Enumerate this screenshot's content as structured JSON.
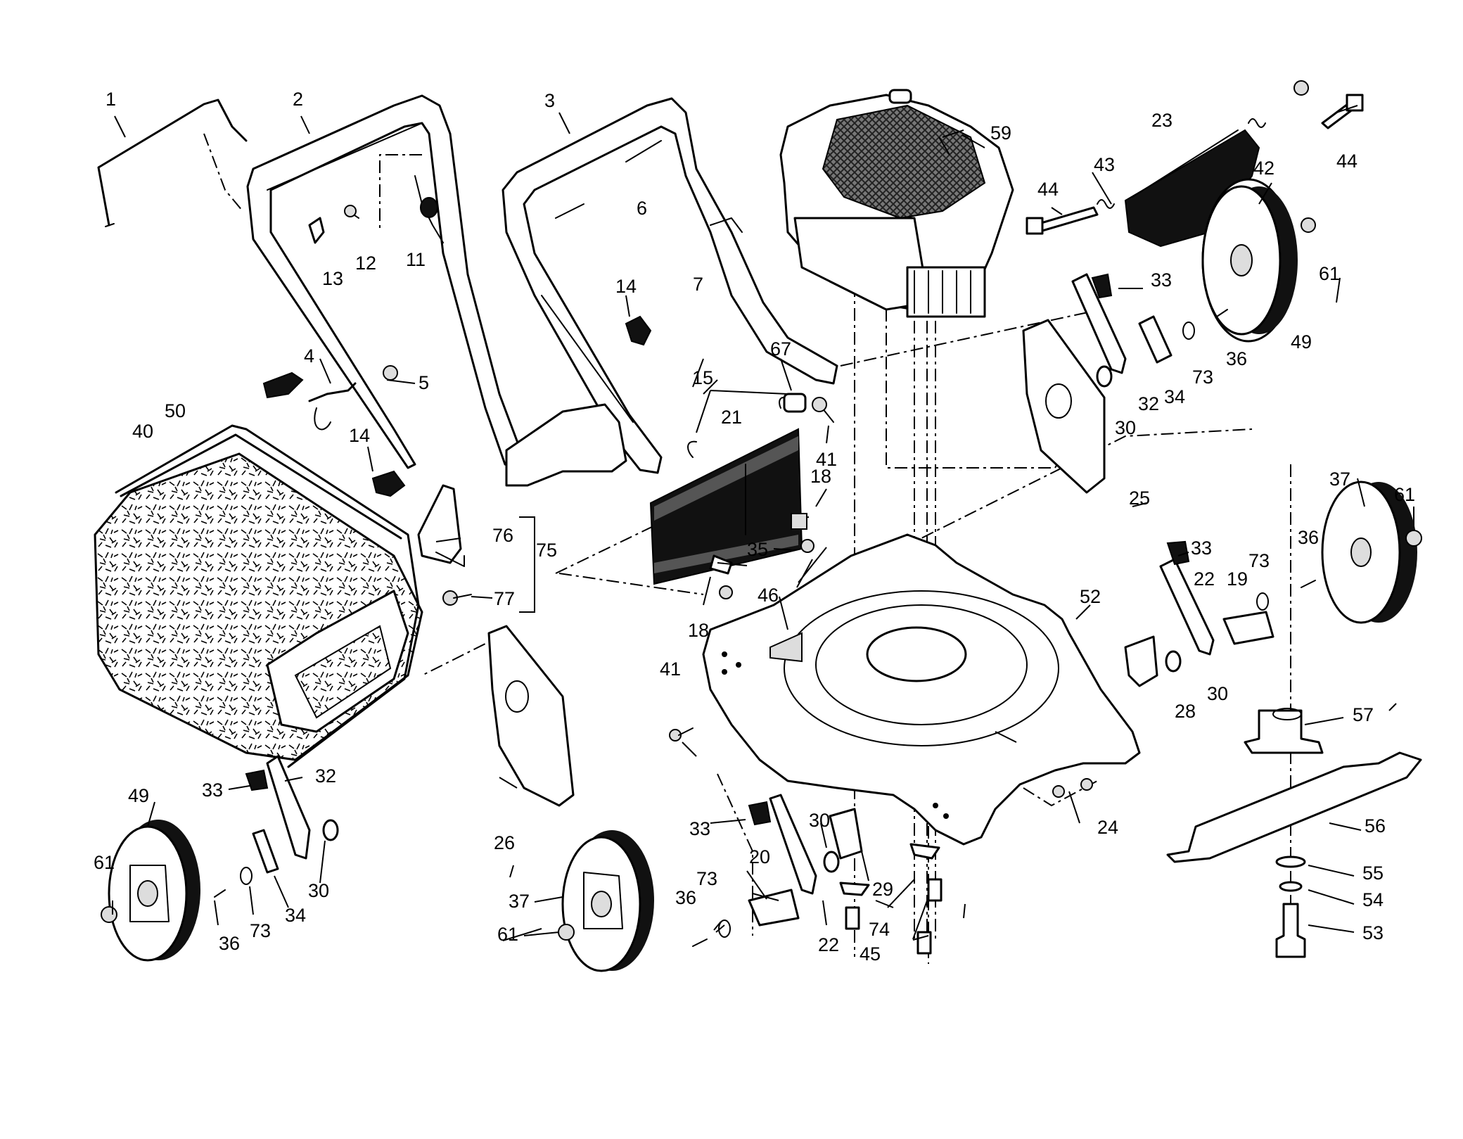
{
  "callouts": [
    {
      "id": "1",
      "text": "1"
    },
    {
      "id": "2",
      "text": "2"
    },
    {
      "id": "3",
      "text": "3"
    },
    {
      "id": "4",
      "text": "4"
    },
    {
      "id": "5",
      "text": "5"
    },
    {
      "id": "6",
      "text": "6"
    },
    {
      "id": "7",
      "text": "7"
    },
    {
      "id": "11",
      "text": "11"
    },
    {
      "id": "12",
      "text": "12"
    },
    {
      "id": "13",
      "text": "13"
    },
    {
      "id": "14a",
      "text": "14"
    },
    {
      "id": "14b",
      "text": "14"
    },
    {
      "id": "15",
      "text": "15"
    },
    {
      "id": "18a",
      "text": "18"
    },
    {
      "id": "18b",
      "text": "18"
    },
    {
      "id": "19",
      "text": "19"
    },
    {
      "id": "20",
      "text": "20"
    },
    {
      "id": "21",
      "text": "21"
    },
    {
      "id": "22a",
      "text": "22"
    },
    {
      "id": "22b",
      "text": "22"
    },
    {
      "id": "23",
      "text": "23"
    },
    {
      "id": "24",
      "text": "24"
    },
    {
      "id": "25",
      "text": "25"
    },
    {
      "id": "26",
      "text": "26"
    },
    {
      "id": "28",
      "text": "28"
    },
    {
      "id": "29",
      "text": "29"
    },
    {
      "id": "30a",
      "text": "30"
    },
    {
      "id": "30b",
      "text": "30"
    },
    {
      "id": "30c",
      "text": "30"
    },
    {
      "id": "30d",
      "text": "30"
    },
    {
      "id": "32a",
      "text": "32"
    },
    {
      "id": "32b",
      "text": "32"
    },
    {
      "id": "33a",
      "text": "33"
    },
    {
      "id": "33b",
      "text": "33"
    },
    {
      "id": "33c",
      "text": "33"
    },
    {
      "id": "33d",
      "text": "33"
    },
    {
      "id": "34a",
      "text": "34"
    },
    {
      "id": "34b",
      "text": "34"
    },
    {
      "id": "35",
      "text": "35"
    },
    {
      "id": "36a",
      "text": "36"
    },
    {
      "id": "36b",
      "text": "36"
    },
    {
      "id": "36c",
      "text": "36"
    },
    {
      "id": "36d",
      "text": "36"
    },
    {
      "id": "37a",
      "text": "37"
    },
    {
      "id": "37b",
      "text": "37"
    },
    {
      "id": "40",
      "text": "40"
    },
    {
      "id": "41a",
      "text": "41"
    },
    {
      "id": "41b",
      "text": "41"
    },
    {
      "id": "42",
      "text": "42"
    },
    {
      "id": "43",
      "text": "43"
    },
    {
      "id": "44a",
      "text": "44"
    },
    {
      "id": "44b",
      "text": "44"
    },
    {
      "id": "45",
      "text": "45"
    },
    {
      "id": "46",
      "text": "46"
    },
    {
      "id": "49a",
      "text": "49"
    },
    {
      "id": "49b",
      "text": "49"
    },
    {
      "id": "50",
      "text": "50"
    },
    {
      "id": "52",
      "text": "52"
    },
    {
      "id": "53",
      "text": "53"
    },
    {
      "id": "54",
      "text": "54"
    },
    {
      "id": "55",
      "text": "55"
    },
    {
      "id": "56",
      "text": "56"
    },
    {
      "id": "57",
      "text": "57"
    },
    {
      "id": "59",
      "text": "59"
    },
    {
      "id": "61a",
      "text": "61"
    },
    {
      "id": "61b",
      "text": "61"
    },
    {
      "id": "61c",
      "text": "61"
    },
    {
      "id": "61d",
      "text": "61"
    },
    {
      "id": "67",
      "text": "67"
    },
    {
      "id": "73a",
      "text": "73"
    },
    {
      "id": "73b",
      "text": "73"
    },
    {
      "id": "73c",
      "text": "73"
    },
    {
      "id": "73d",
      "text": "73"
    },
    {
      "id": "74",
      "text": "74"
    },
    {
      "id": "75",
      "text": "75"
    },
    {
      "id": "76",
      "text": "76"
    },
    {
      "id": "77",
      "text": "77"
    }
  ]
}
